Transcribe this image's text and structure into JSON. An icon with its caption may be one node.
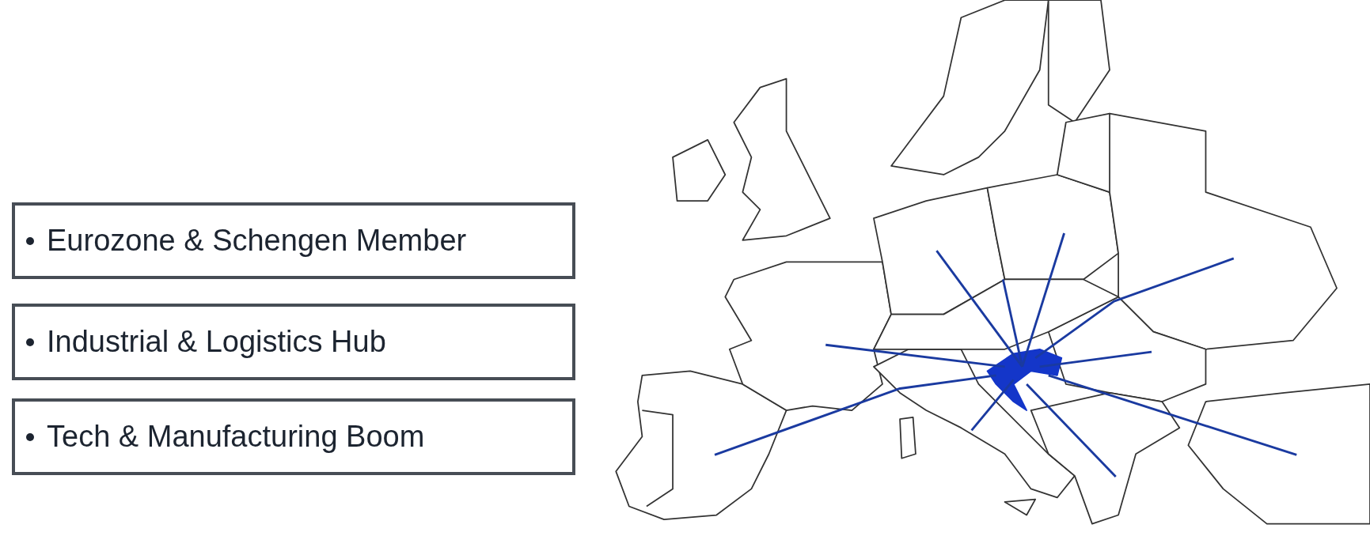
{
  "diagram": {
    "nodes": [
      {
        "text": [
          "Eurozone & Schengen Member"
        ]
      },
      {
        "text": [
          "Industrial & Logistics Hub"
        ]
      },
      {
        "text": [
          "Tech & Manufacturing Boom"
        ]
      }
    ]
  }
}
